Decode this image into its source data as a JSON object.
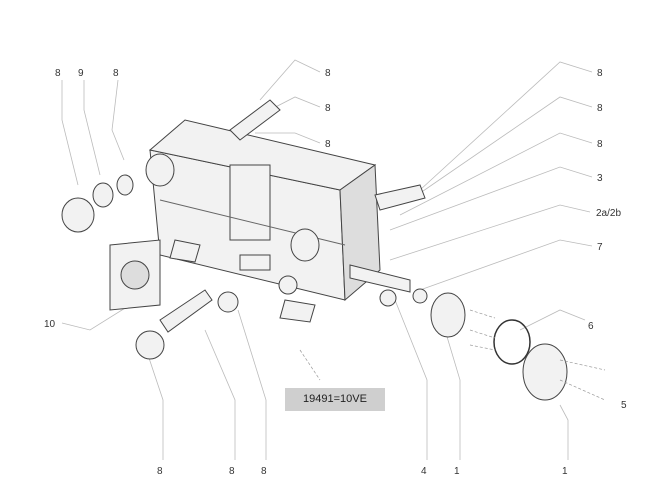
{
  "labels": {
    "top_left": [
      "8",
      "9",
      "8"
    ],
    "top_middle": [
      "8",
      "8",
      "8"
    ],
    "right": [
      "8",
      "8",
      "8",
      "3",
      "2a/2b",
      "7",
      "6",
      "5"
    ],
    "left": [
      "10"
    ],
    "bottom": [
      "8",
      "8",
      "8",
      "4",
      "1",
      "1"
    ]
  },
  "packaging_note": "19491=10VE"
}
